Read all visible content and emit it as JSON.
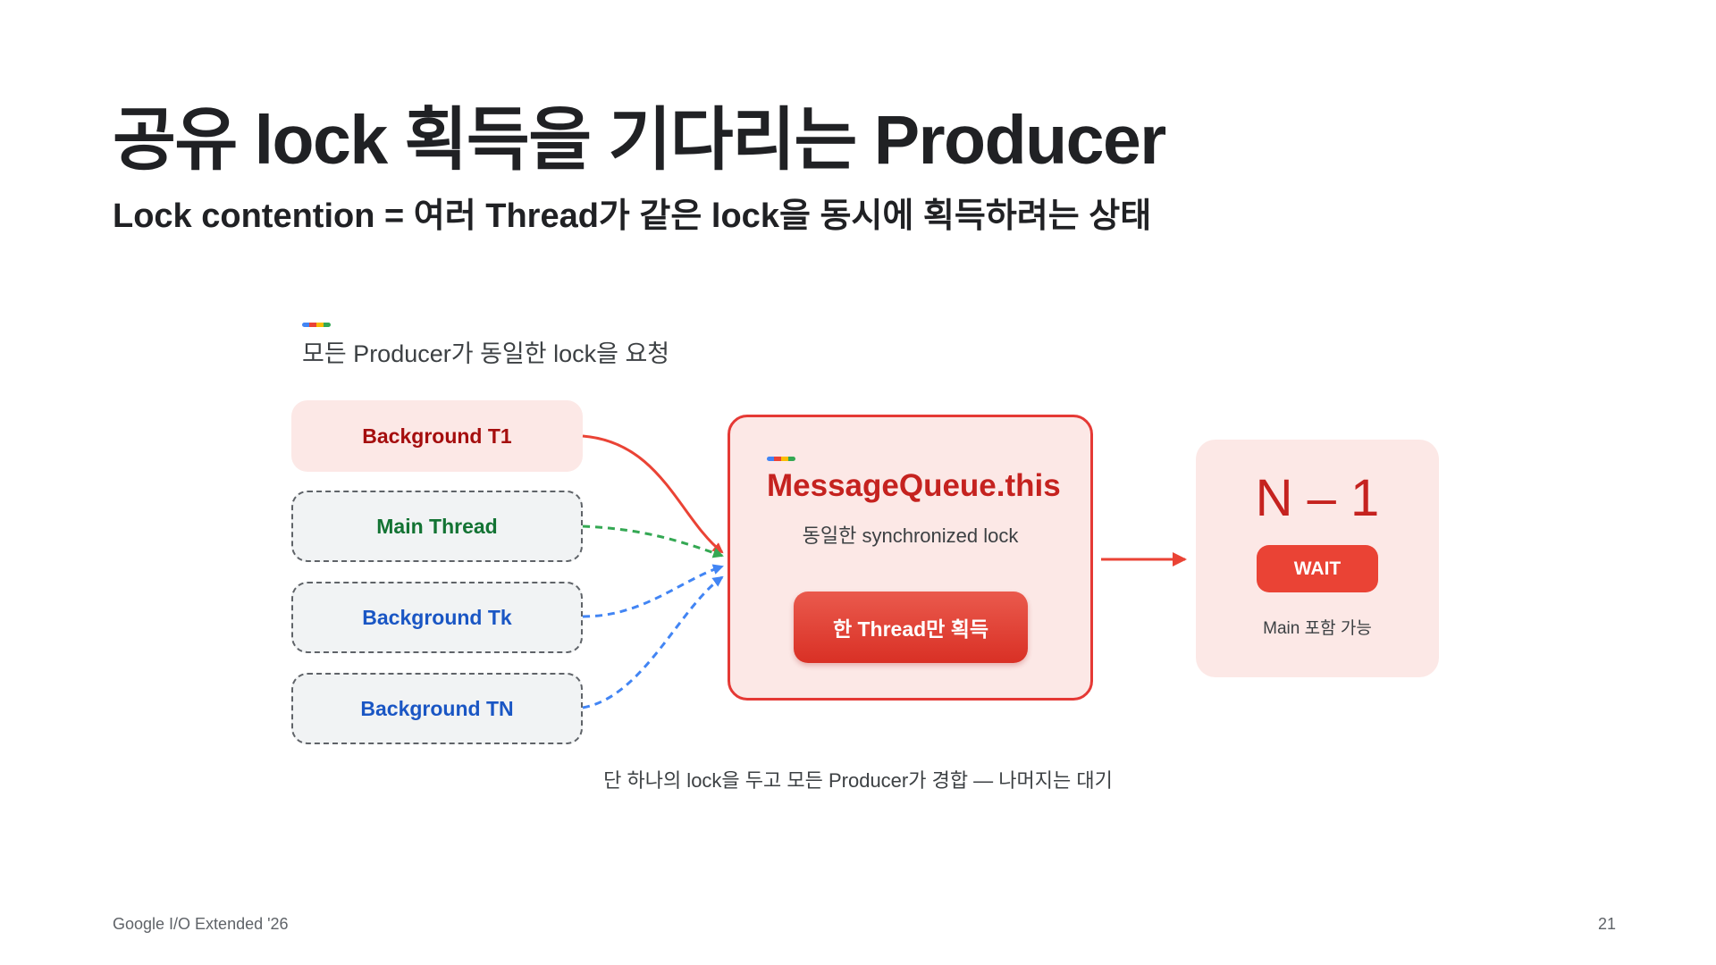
{
  "slide": {
    "title": "공유 lock 획득을 기다리는 Producer",
    "subtitle": "Lock contention = 여러 Thread가 같은 lock을 동시에 획득하려는 상태"
  },
  "diagram": {
    "section_label": "모든 Producer가 동일한 lock을 요청",
    "producers": [
      {
        "label": "Background T1",
        "style": "solid-red"
      },
      {
        "label": "Main Thread",
        "style": "dashed-green"
      },
      {
        "label": "Background Tk",
        "style": "dashed-blue"
      },
      {
        "label": "Background TN",
        "style": "dashed-blue"
      }
    ],
    "lock_box": {
      "title": "MessageQueue.this",
      "subtitle": "동일한 synchronized lock",
      "badge": "한 Thread만 획득"
    },
    "result_box": {
      "count": "N – 1",
      "state": "WAIT",
      "note": "Main 포함 가능"
    },
    "caption": "단 하나의 lock을 두고 모든 Producer가 경합 — 나머지는 대기",
    "colors": {
      "red": "#EA4335",
      "green": "#34A853",
      "blue": "#4285F4"
    }
  },
  "footer": {
    "event": "Google I/O Extended '26",
    "page": "21"
  }
}
